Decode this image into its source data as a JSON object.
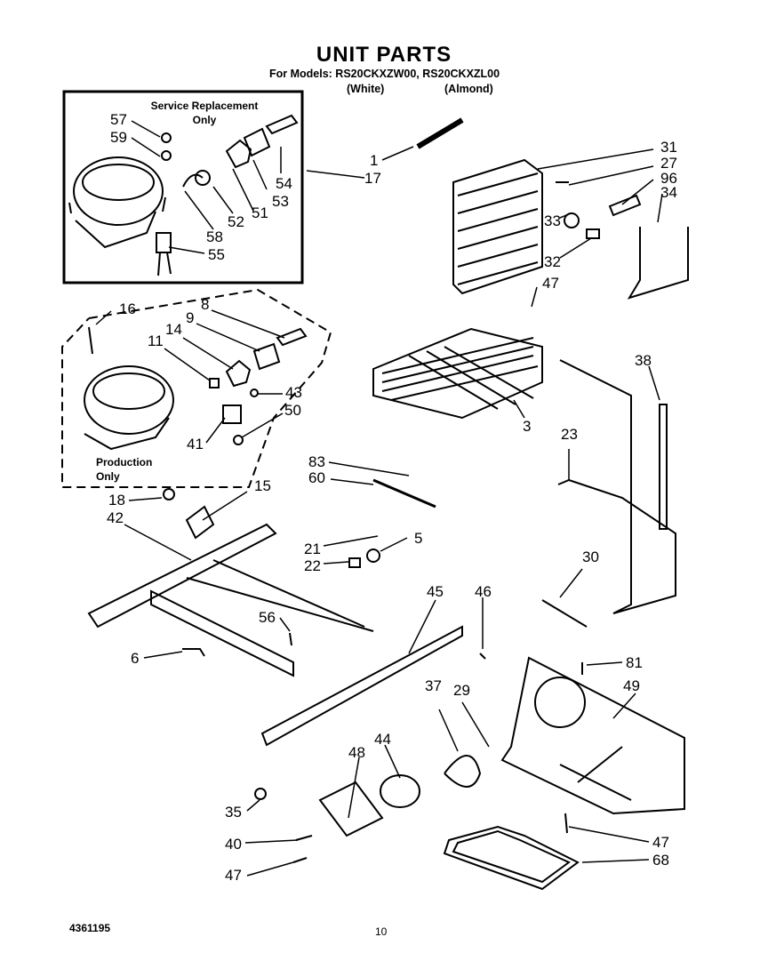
{
  "header": {
    "title": "UNIT PARTS",
    "models_line": "For Models: RS20CKXZW00,  RS20CKXZL00",
    "color_1": "(White)",
    "color_2": "(Almond)"
  },
  "service_box": {
    "line1": "Service Replacement",
    "line2": "Only"
  },
  "production_box": {
    "line1": "Production",
    "line2": "Only"
  },
  "callouts": [
    "57",
    "59",
    "1",
    "31",
    "27",
    "96",
    "34",
    "17",
    "54",
    "53",
    "51",
    "52",
    "58",
    "55",
    "33",
    "32",
    "47",
    "16",
    "8",
    "9",
    "14",
    "11",
    "43",
    "50",
    "41",
    "38",
    "3",
    "23",
    "83",
    "60",
    "18",
    "15",
    "42",
    "21",
    "5",
    "22",
    "30",
    "45",
    "46",
    "56",
    "6",
    "81",
    "49",
    "29",
    "37",
    "44",
    "48",
    "35",
    "40",
    "47",
    "68",
    "47"
  ],
  "footer": {
    "doc_number": "4361195",
    "page_number": "10"
  }
}
